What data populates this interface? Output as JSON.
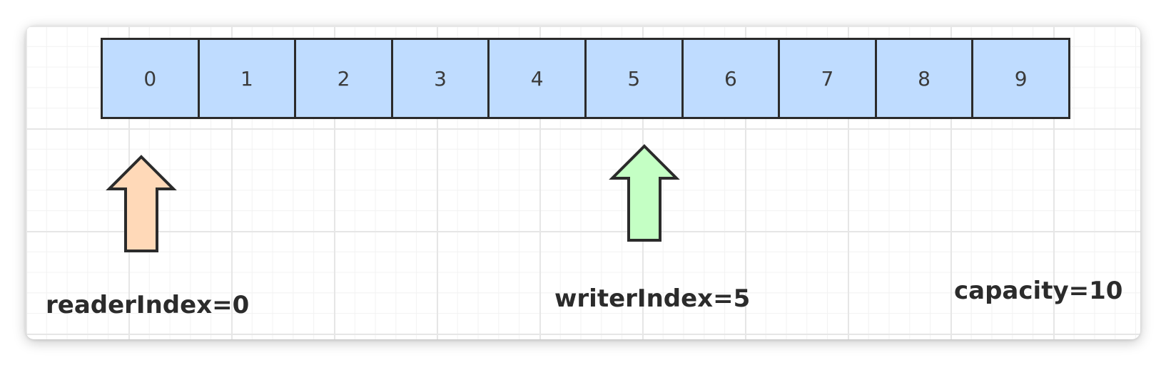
{
  "cells": [
    "0",
    "1",
    "2",
    "3",
    "4",
    "5",
    "6",
    "7",
    "8",
    "9"
  ],
  "labels": {
    "reader": "readerIndex=0",
    "writer": "writerIndex=5",
    "capacity": "capacity=10"
  },
  "colors": {
    "cell_fill": "#bfdcff",
    "reader_arrow": "#ffd9b8",
    "writer_arrow": "#c4ffc4",
    "border": "#2b2b2b"
  }
}
